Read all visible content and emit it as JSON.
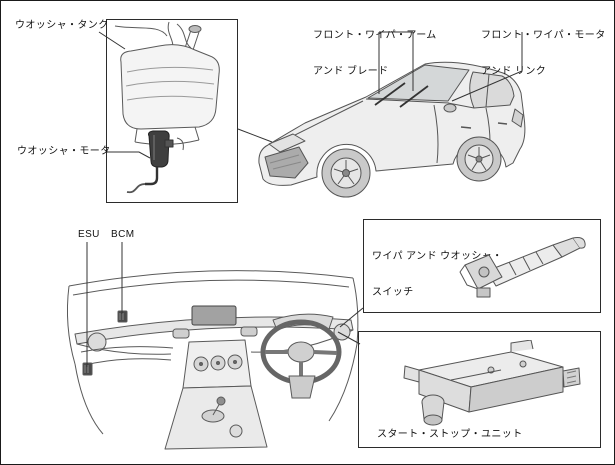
{
  "labels": {
    "washer_tank": "ウオッシャ・タンク",
    "washer_motor": "ウオッシャ・モータ",
    "wiper_arm_blade": {
      "line1": "フロント・ワイパ・アーム",
      "line2": "アンド ブレード"
    },
    "wiper_motor_link": {
      "line1": "フロント・ワイパ・モータ",
      "line2": "アンド リンク"
    },
    "esu": "ESU",
    "bcm": "BCM",
    "wiper_washer_switch": {
      "line1": "ワイパ アンド ウオッシャ・",
      "line2": "スイッチ"
    },
    "start_stop_unit": "スタート・ストップ・ユニット"
  },
  "colors": {
    "background": "#ffffff",
    "border": "#1a1a1a",
    "line_art": "#555555",
    "leader_line": "#333333",
    "dark_part": "#3f3f3f"
  }
}
